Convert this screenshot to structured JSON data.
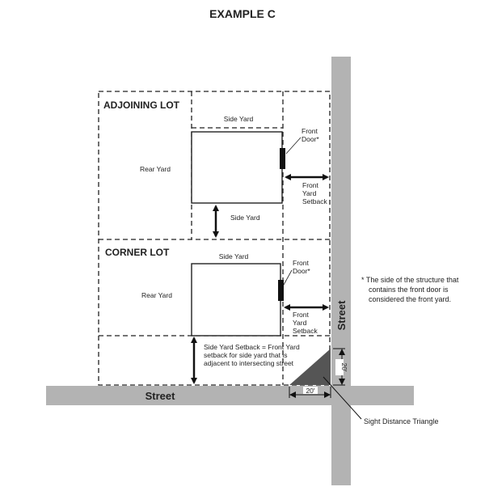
{
  "title": "EXAMPLE C",
  "adjoining_lot": {
    "label": "ADJOINING LOT",
    "rear_yard": "Rear Yard",
    "side_yard_top": "Side Yard",
    "side_yard_bottom": "Side Yard",
    "front_door": [
      "Front",
      "Door*"
    ],
    "front_yard_setback": [
      "Front",
      "Yard",
      "Setback"
    ]
  },
  "corner_lot": {
    "label": "CORNER LOT",
    "rear_yard": "Rear Yard",
    "side_yard_top": "Side Yard",
    "front_door": [
      "Front",
      "Door*"
    ],
    "front_yard_setback": [
      "Front",
      "Yard",
      "Setback"
    ],
    "side_yard_setback_note": [
      "Side Yard Setback = Front Yard",
      "setback for side yard that is",
      "adjacent to intersecting street"
    ]
  },
  "streets": {
    "horizontal": "Street",
    "vertical": "Street"
  },
  "dimensions": {
    "horizontal": "20'",
    "vertical": "20'"
  },
  "sight_distance_label": "Sight Distance Triangle",
  "footnote": [
    "* The side of the structure that",
    "contains the front door is",
    "considered the front yard."
  ],
  "colors": {
    "street": "#b3b3b3",
    "triangle": "#555555",
    "lines": "#222222"
  }
}
